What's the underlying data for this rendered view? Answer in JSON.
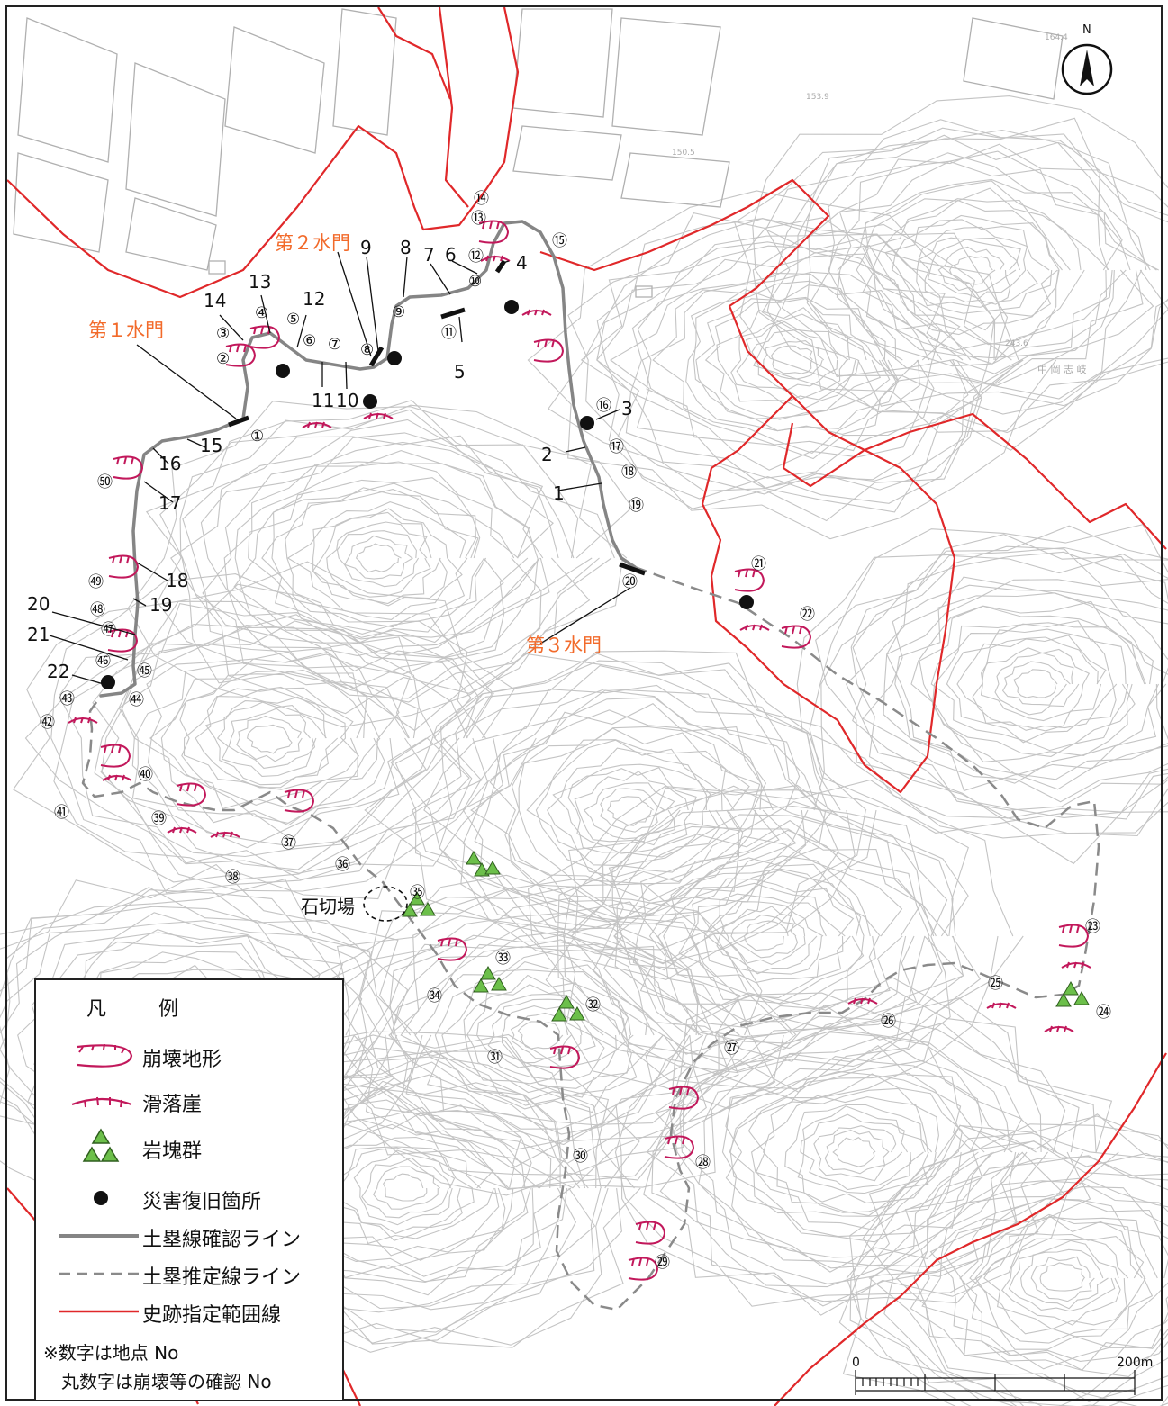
{
  "north_label": "N",
  "gates": {
    "gate1": "第１水門",
    "gate2": "第２水門",
    "gate3": "第３水門"
  },
  "quarry_label": "石切場",
  "point_numbers": [
    "1",
    "2",
    "3",
    "4",
    "5",
    "6",
    "7",
    "8",
    "9",
    "10",
    "11",
    "12",
    "13",
    "14",
    "15",
    "16",
    "17",
    "18",
    "19",
    "20",
    "21",
    "22"
  ],
  "circle_numbers": [
    "①",
    "②",
    "③",
    "④",
    "⑤",
    "⑥",
    "⑦",
    "⑧",
    "⑨",
    "⑩",
    "⑪",
    "⑫",
    "⑬",
    "⑭",
    "⑮",
    "⑯",
    "⑰",
    "⑱",
    "⑲",
    "⑳",
    "㉑",
    "㉒",
    "㉓",
    "㉔",
    "㉕",
    "㉖",
    "㉗",
    "㉘",
    "㉙",
    "㉚",
    "㉛",
    "㉜",
    "㉝",
    "㉞",
    "㉟",
    "㊱",
    "㊲",
    "㊳",
    "㊴",
    "㊵",
    "㊶",
    "㊷",
    "㊸",
    "㊹",
    "㊺",
    "㊻",
    "㊼",
    "㊽",
    "㊾",
    "㊿"
  ],
  "map_spot_labels": [
    "164.4",
    "153.9",
    "150.5",
    "243.6",
    "中 岡 志 岐"
  ],
  "legend": {
    "title": "凡　例",
    "collapse_landform": "崩壊地形",
    "slide_scarp": "滑落崖",
    "rock_cluster": "岩塊群",
    "disaster_recovery": "災害復旧箇所",
    "confirmed_line": "土塁線確認ライン",
    "estimated_line": "土塁推定線ライン",
    "boundary_line": "史跡指定範囲線",
    "note_line1": "※数字は地点 No",
    "note_line2": "　丸数字は崩壊等の確認 No"
  },
  "scale": {
    "zero": "0",
    "max": "200m"
  },
  "colors": {
    "boundary": "#e0282a",
    "collapse": "#c2185b",
    "gate_text": "#f26a2a",
    "confirmed": "#808080",
    "estimated": "#8a8a8a",
    "rock": "#5cb85c",
    "contour": "#bdbdbd"
  }
}
